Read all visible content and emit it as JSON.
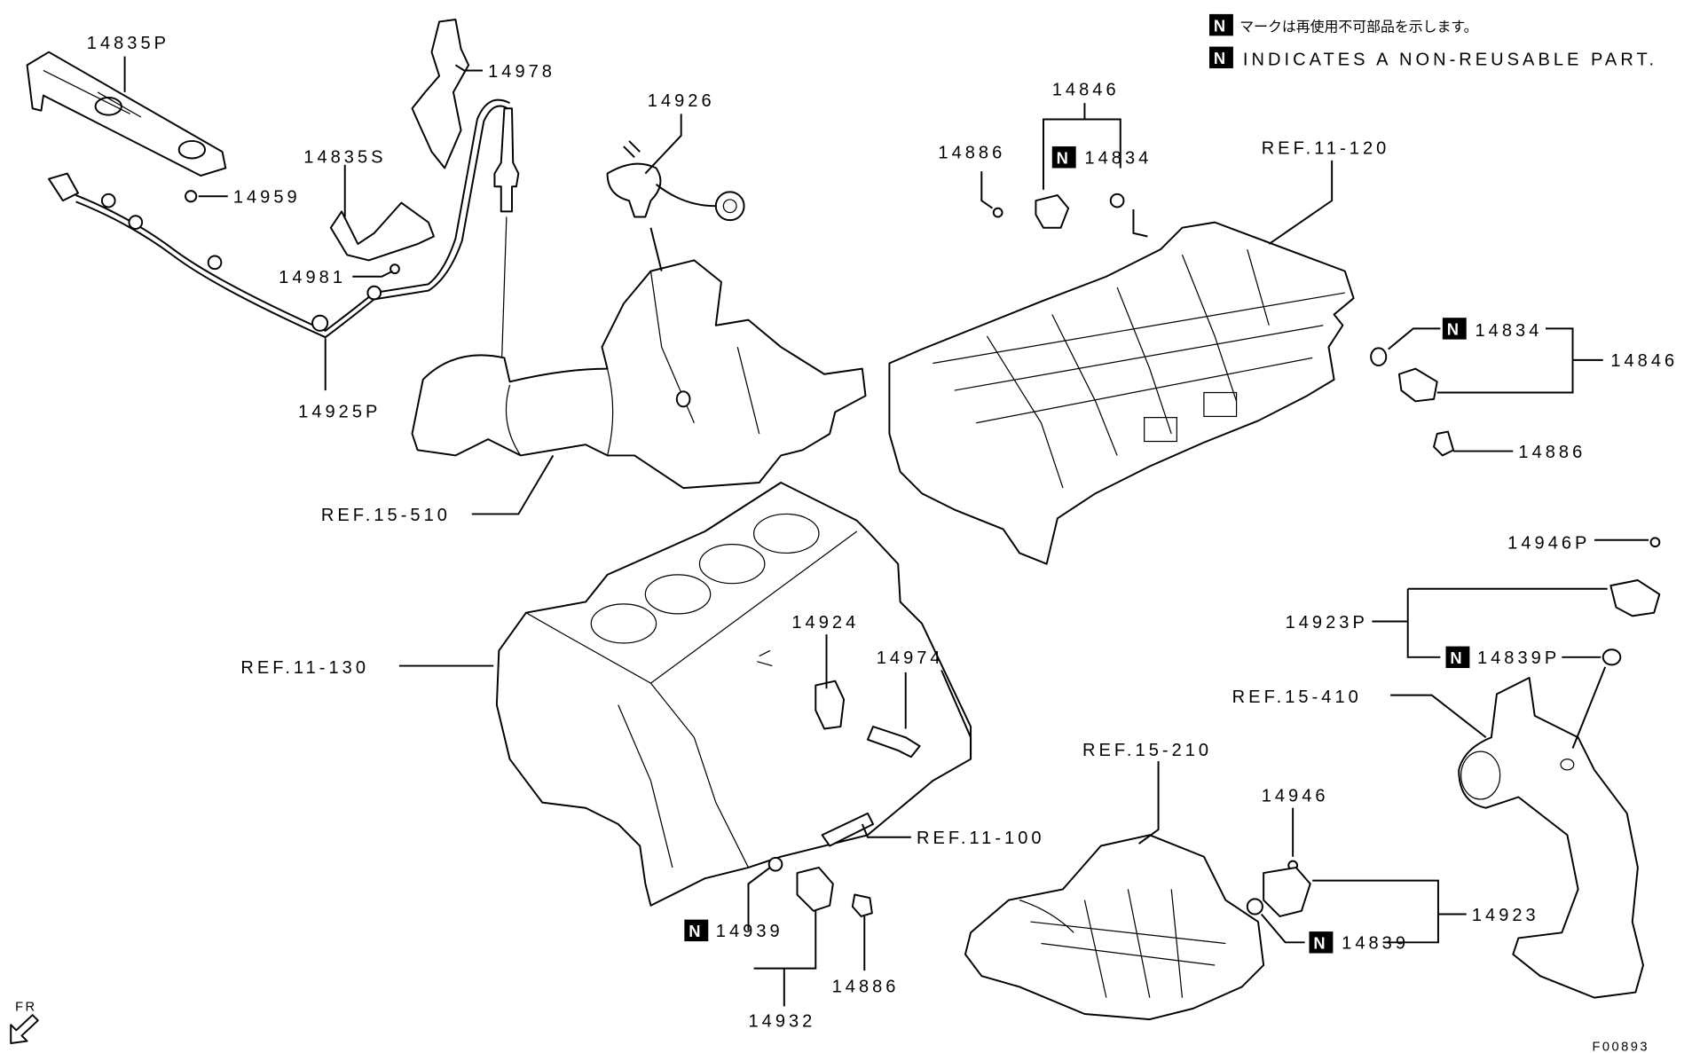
{
  "legend": {
    "mark": "N",
    "japanese": "マークは再使用不可部品を示します。",
    "english": "INDICATES A NON-REUSABLE PART."
  },
  "labels": {
    "p14835P": "14835P",
    "p14978": "14978",
    "p14926": "14926",
    "p14835S": "14835S",
    "p14959": "14959",
    "p14981": "14981",
    "p14925P": "14925P",
    "ref15510": "REF.15-510",
    "p14846_top": "14846",
    "p14886_top": "14886",
    "p14834_top": "14834",
    "ref11120": "REF.11-120",
    "p14834_right": "14834",
    "p14846_right": "14846",
    "p14886_right": "14886",
    "p14946P": "14946P",
    "p14923P": "14923P",
    "p14839P": "14839P",
    "ref15410": "REF.15-410",
    "ref11130": "REF.11-130",
    "p14924": "14924",
    "p14974": "14974",
    "ref15210": "REF.15-210",
    "p14946": "14946",
    "ref11100": "REF.11-100",
    "p14923": "14923",
    "p14839": "14839",
    "p14939": "14939",
    "p14886_bottom": "14886",
    "p14932": "14932"
  },
  "non_reusable_mark": "N",
  "front_indicator": "FR",
  "figure_code": "F00893"
}
